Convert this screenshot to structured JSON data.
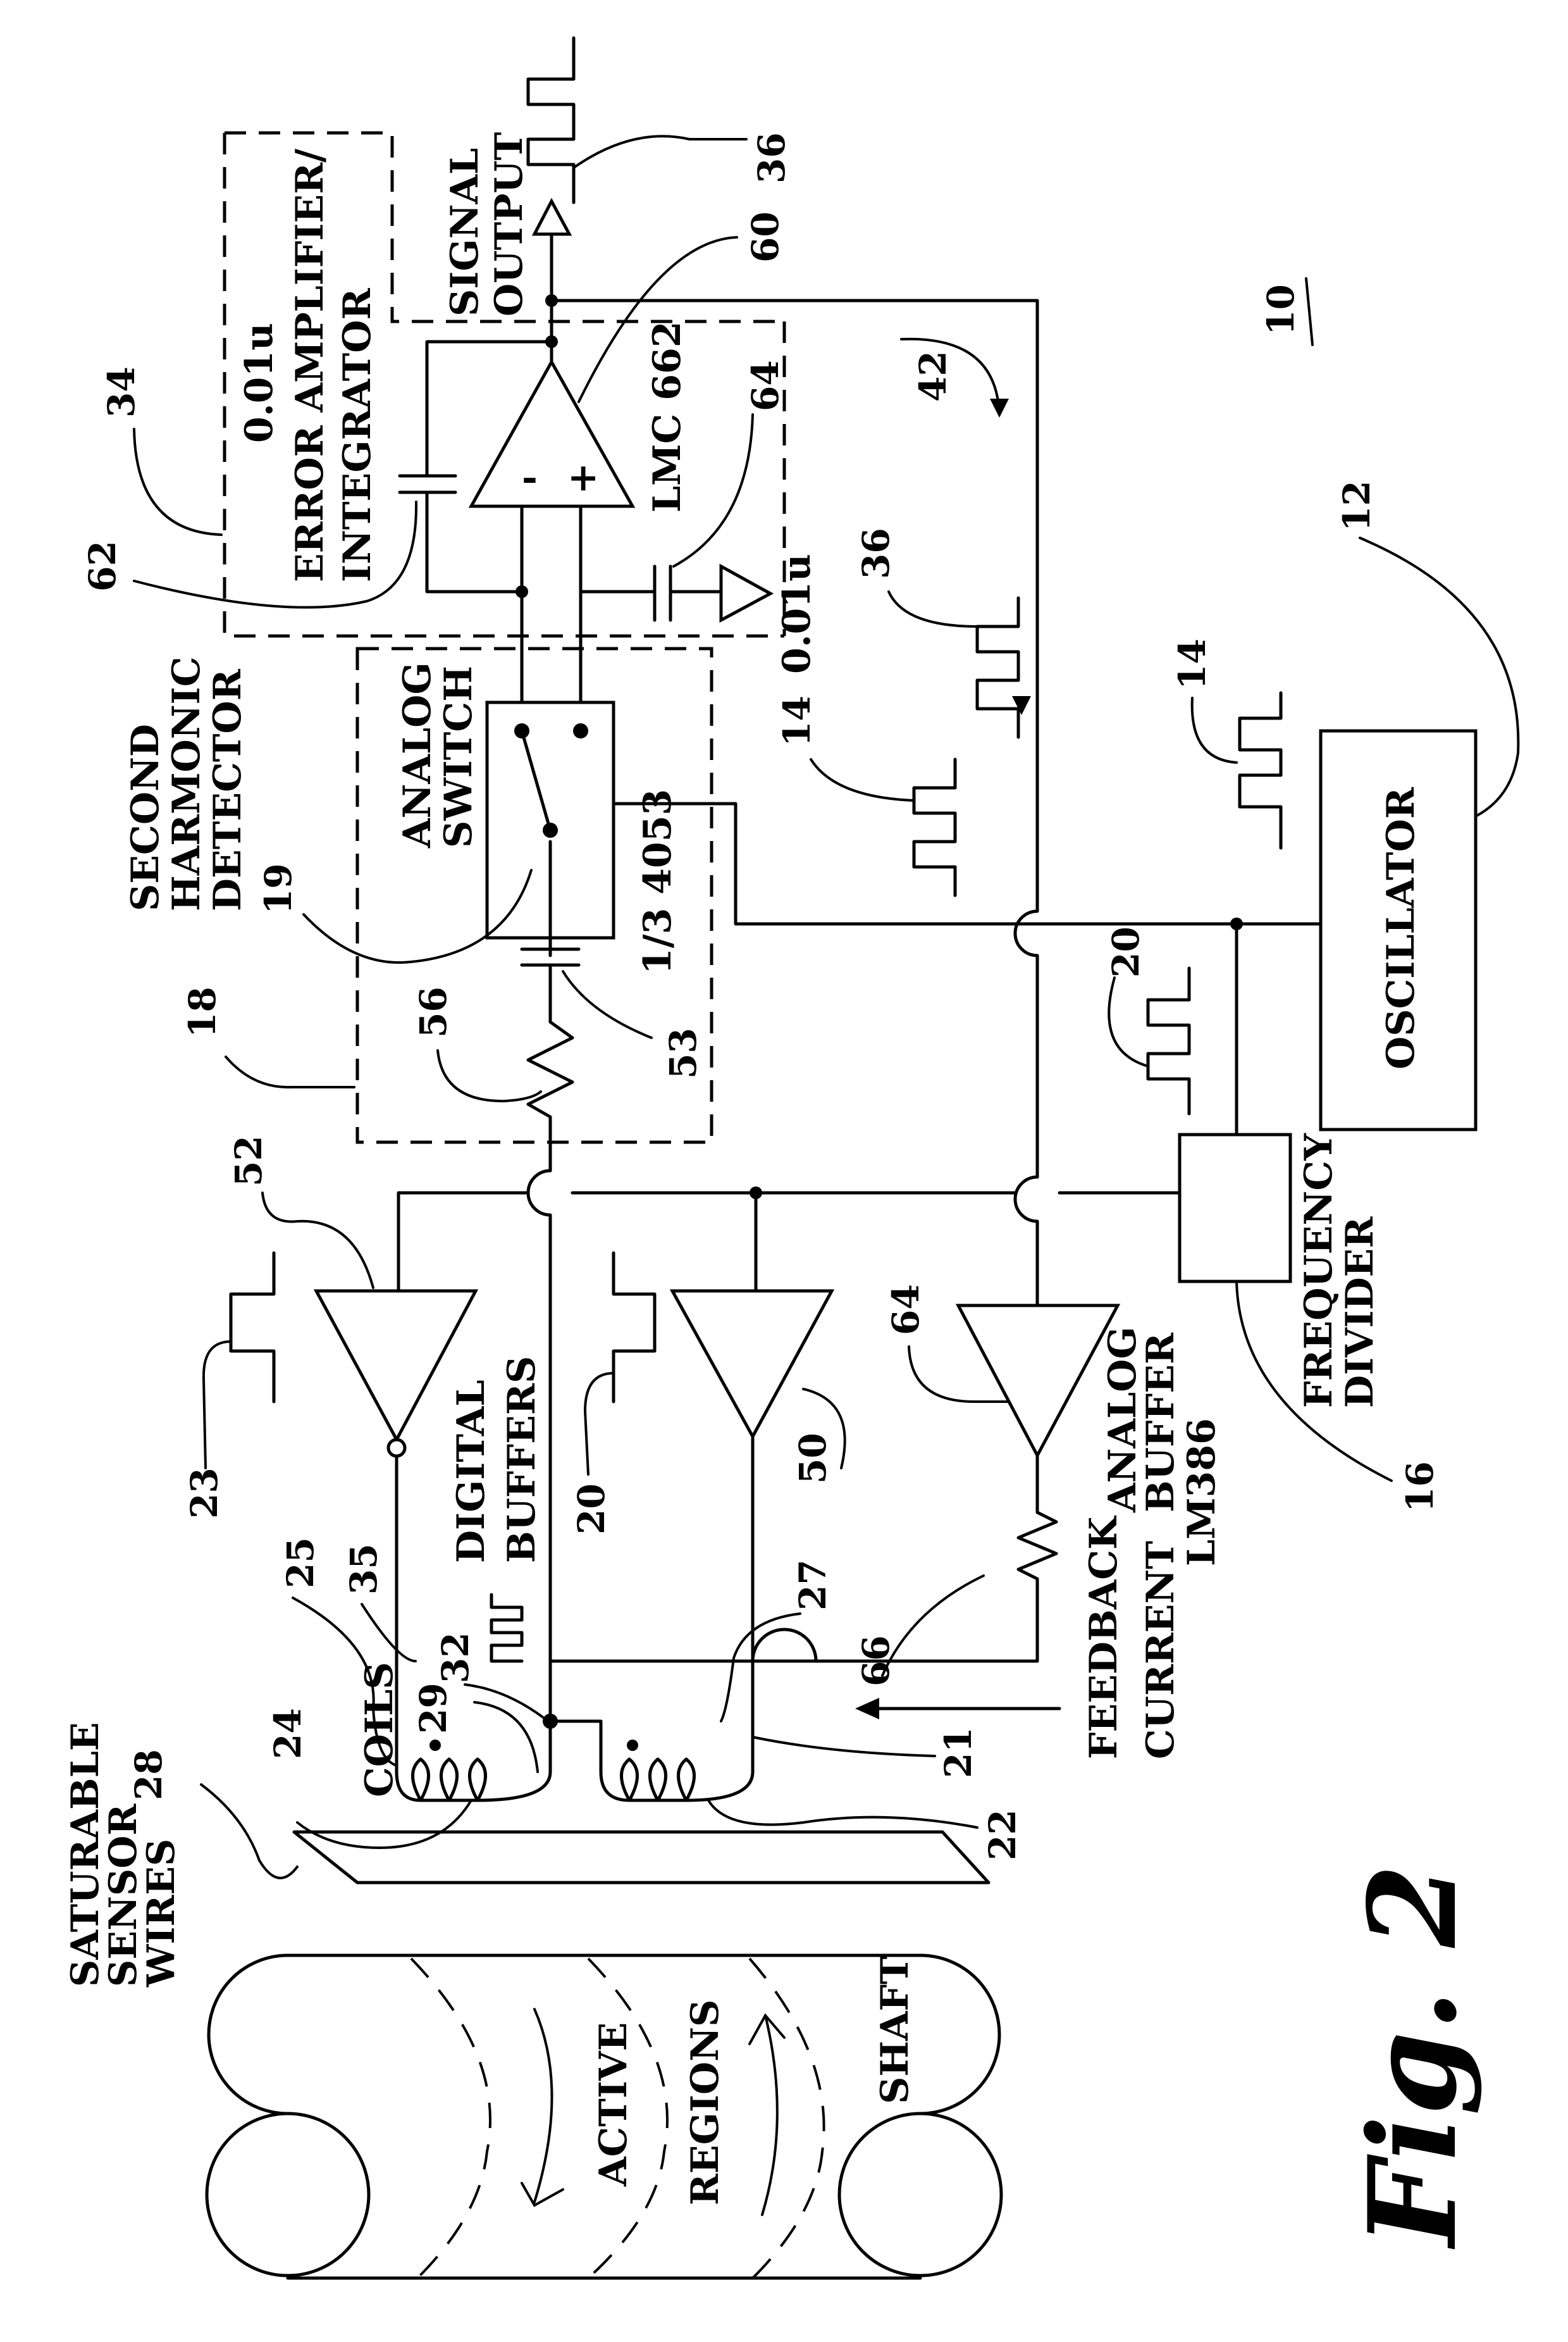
{
  "figure": {
    "title": "Fig. 2",
    "ref_number": "10"
  },
  "blocks": {
    "error_amplifier": {
      "ref": "34",
      "label_line1": "ERROR AMPLIFIER/",
      "label_line2": "INTEGRATOR",
      "cap_value": "0.01u"
    },
    "opamp": {
      "ref": "60",
      "part": "LMC 662",
      "minus": "-",
      "plus": "+"
    },
    "feedback_cap": {
      "ref": "62"
    },
    "ground_cap": {
      "ref": "64",
      "value": "0.01u"
    },
    "signal_output": {
      "line1": "SIGNAL",
      "line2": "OUTPUT",
      "waveform_ref": "36"
    },
    "second_harmonic_detector": {
      "ref": "18",
      "line1": "SECOND",
      "line2": "HARMONIC",
      "line3": "DETECTOR"
    },
    "analog_switch": {
      "ref": "19",
      "line1": "ANALOG",
      "line2": "SWITCH",
      "part": "1/3 4053"
    },
    "coupling_cap": {
      "ref": "53"
    },
    "resistor_56": {
      "ref": "56"
    },
    "oscillator": {
      "ref": "12",
      "label": "OSCILLATOR",
      "waveform_ref": "14"
    },
    "frequency_divider": {
      "ref": "16",
      "line1": "FREQUENCY",
      "line2": "DIVIDER",
      "waveform_ref": "20"
    },
    "digital_buffers": {
      "line1": "DIGITAL",
      "line2": "BUFFERS",
      "inverting_ref": "52",
      "noninverting_ref": "50",
      "waveform_23": "23",
      "waveform_20": "20"
    },
    "analog_buffer": {
      "ref": "64",
      "line1": "ANALOG",
      "line2": "BUFFER",
      "part": "LM386",
      "resistor_ref": "66"
    },
    "feedback_path": {
      "ref": "42",
      "line1": "FEEDBACK",
      "line2": "CURRENT"
    },
    "waveform_36_mid": {
      "ref": "36"
    },
    "waveform_14_mid": {
      "ref": "14"
    },
    "coils": {
      "label": "COILS",
      "ref_24": "24",
      "ref_25": "25",
      "ref_35": "35",
      "ref_29": "29",
      "ref_32": "32",
      "ref_27": "27",
      "ref_21": "21",
      "ref_22": "22"
    },
    "sensor_wires": {
      "ref": "28",
      "line1": "SATURABLE",
      "line2": "SENSOR",
      "line3": "WIRES"
    },
    "shaft": {
      "label": "SHAFT",
      "active_line1": "ACTIVE",
      "active_line2": "REGIONS"
    }
  }
}
